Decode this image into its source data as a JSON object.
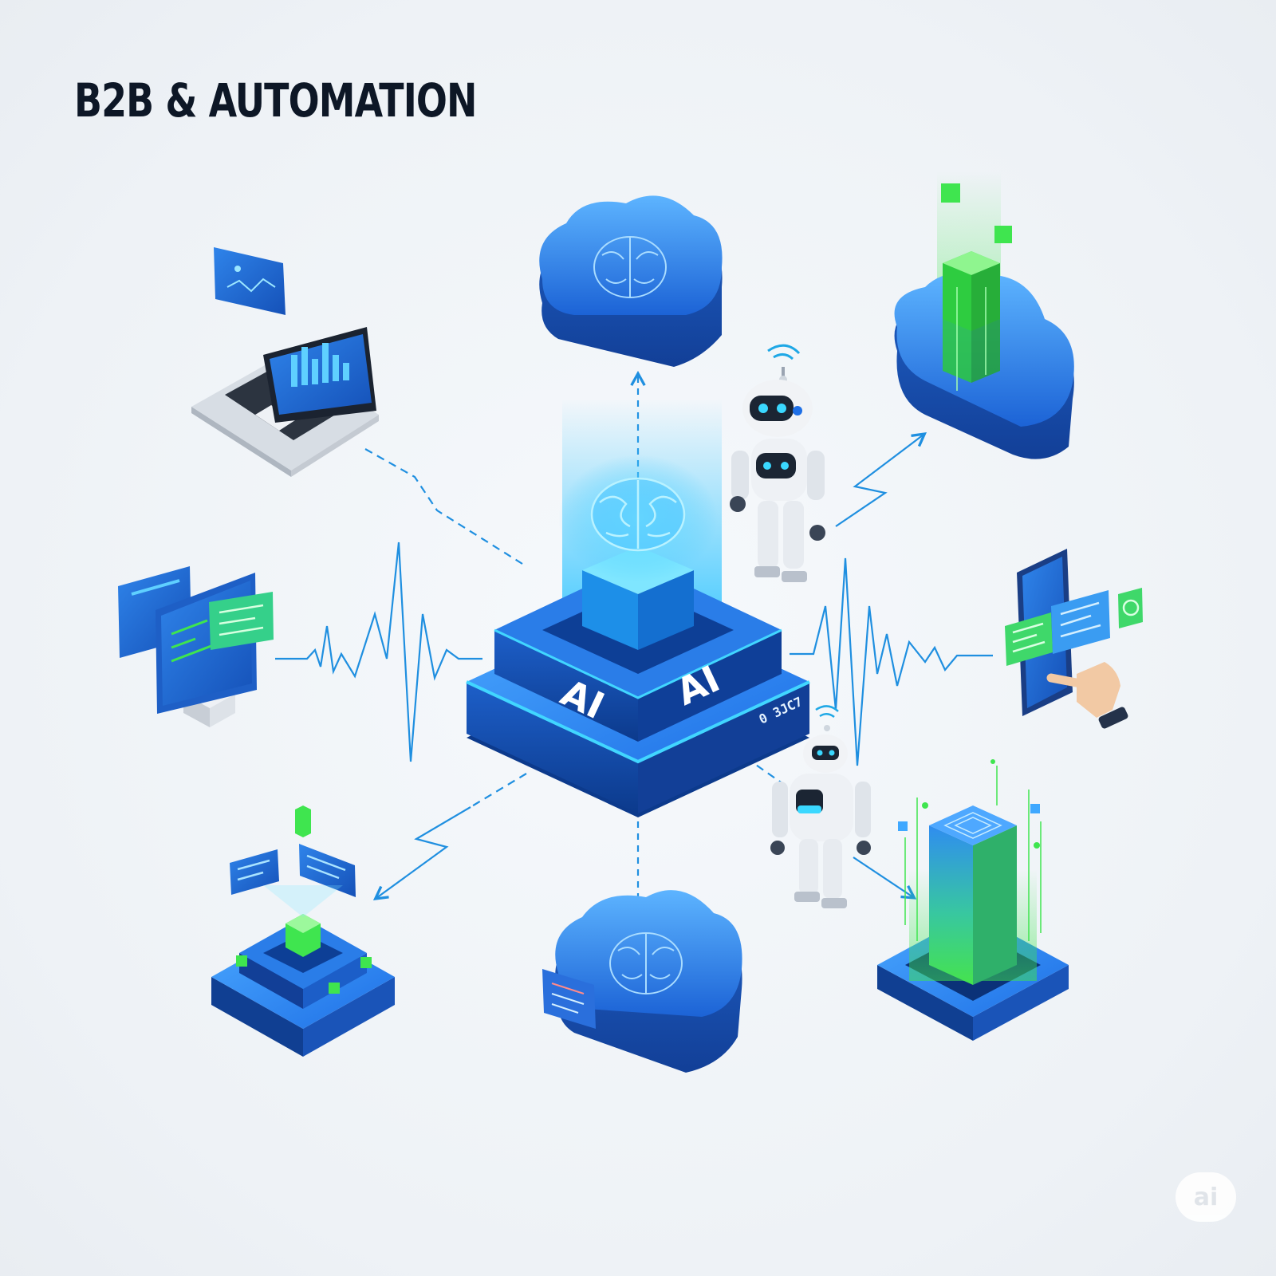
{
  "title": "B2B & AUTOMATION",
  "hub": {
    "label_left": "AI",
    "label_right": "AI",
    "code": "0 3JC7"
  },
  "watermark": "ai",
  "colors": {
    "primary_blue": "#1e6fe6",
    "dark_blue": "#0d3f96",
    "light_blue": "#4aa8ff",
    "cyan_glow": "#41d6ff",
    "green_accent": "#3fe54f",
    "connector_blue": "#1f8fe0",
    "title_text": "#0d1726"
  },
  "icons": [
    "laptop-dashboard-icon",
    "brain-cloud-icon",
    "green-data-cloud-icon",
    "monitor-workstation-icon",
    "robot-icon",
    "smartphone-touch-icon",
    "green-cube-platform-icon",
    "server-tower-icon"
  ]
}
